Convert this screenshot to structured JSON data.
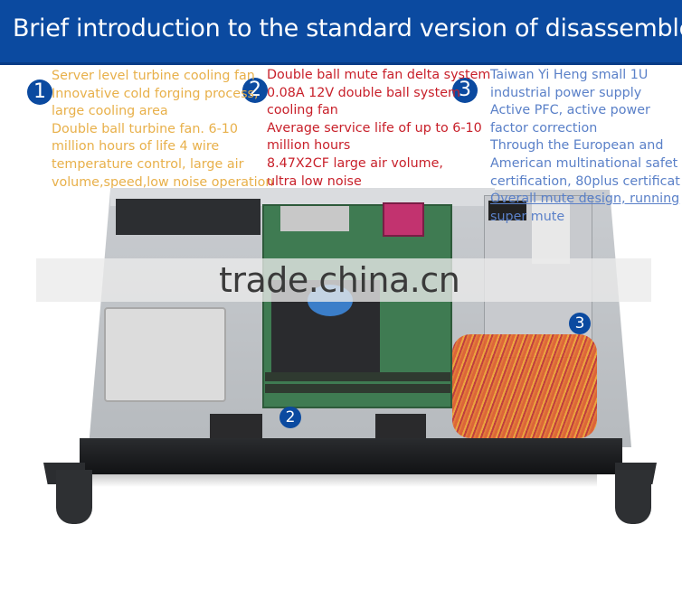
{
  "header": {
    "title": "Brief introduction to the standard version of disassemble",
    "background_color": "#0b4aa0"
  },
  "callouts": [
    {
      "number": "1",
      "color": "#e8b04a",
      "lines": [
        "Server level turbine cooling fan",
        "Innovative cold forging process,",
        "large cooling area",
        "Double ball turbine fan. 6-10",
        "million hours of life 4 wire",
        "temperature control, large air",
        "volume,speed,low noise operation"
      ]
    },
    {
      "number": "2",
      "color": "#c8202a",
      "lines": [
        "Double ball mute fan delta system",
        "0.08A 12V double ball system",
        " cooling fan",
        "Average service life of up to 6-10",
        "million hours",
        "8.47X2CF large air volume,",
        " ultra low noise"
      ]
    },
    {
      "number": "3",
      "color": "#5a80c8",
      "lines": [
        "Taiwan Yi Heng small 1U",
        "industrial power supply",
        "Active PFC, active power",
        "factor correction",
        "Through the European and",
        "American multinational safet",
        "certification, 80plus certificat",
        "Overall mute design, running",
        "super mute"
      ]
    }
  ],
  "photo": {
    "description": "1U server chassis top view with lid removed",
    "watermark": "trade.china.cn",
    "markers": [
      {
        "number": "2",
        "label": "front fan marker"
      },
      {
        "number": "3",
        "label": "power supply marker"
      }
    ]
  }
}
